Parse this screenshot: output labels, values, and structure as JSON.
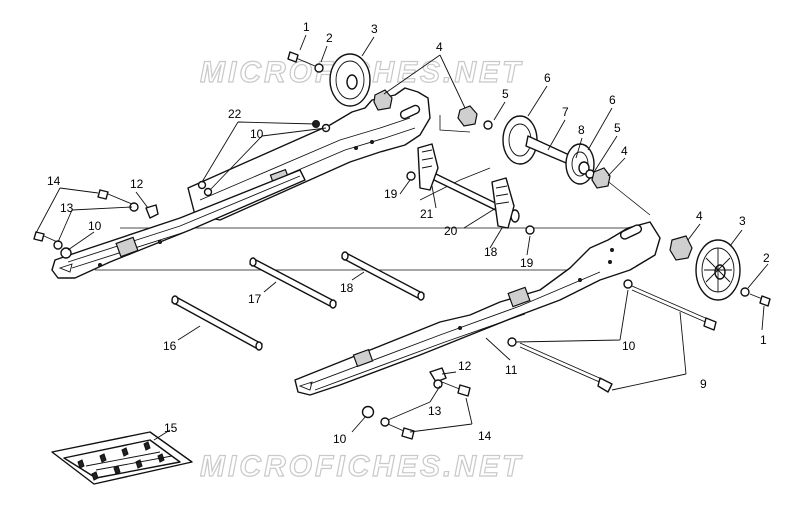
{
  "watermarks": [
    {
      "id": "top",
      "text": "MICROFICHES.NET"
    },
    {
      "id": "bottom",
      "text": "MICROFICHES.NET"
    }
  ],
  "callouts": [
    {
      "id": "c1a",
      "text": "1"
    },
    {
      "id": "c2a",
      "text": "2"
    },
    {
      "id": "c3a",
      "text": "3"
    },
    {
      "id": "c4a",
      "text": "4"
    },
    {
      "id": "c5a",
      "text": "5"
    },
    {
      "id": "c6a",
      "text": "6"
    },
    {
      "id": "c7",
      "text": "7"
    },
    {
      "id": "c6b",
      "text": "6"
    },
    {
      "id": "c8",
      "text": "8"
    },
    {
      "id": "c5b",
      "text": "5"
    },
    {
      "id": "c4b",
      "text": "4"
    },
    {
      "id": "c22",
      "text": "22"
    },
    {
      "id": "c10a",
      "text": "10"
    },
    {
      "id": "c14a",
      "text": "14"
    },
    {
      "id": "c12a",
      "text": "12"
    },
    {
      "id": "c13a",
      "text": "13"
    },
    {
      "id": "c10b",
      "text": "10"
    },
    {
      "id": "c19a",
      "text": "19"
    },
    {
      "id": "c21",
      "text": "21"
    },
    {
      "id": "c20",
      "text": "20"
    },
    {
      "id": "c18a",
      "text": "18"
    },
    {
      "id": "c19b",
      "text": "19"
    },
    {
      "id": "c4c",
      "text": "4"
    },
    {
      "id": "c3b",
      "text": "3"
    },
    {
      "id": "c2b",
      "text": "2"
    },
    {
      "id": "c1b",
      "text": "1"
    },
    {
      "id": "c17",
      "text": "17"
    },
    {
      "id": "c18b",
      "text": "18"
    },
    {
      "id": "c16",
      "text": "16"
    },
    {
      "id": "c10c",
      "text": "10"
    },
    {
      "id": "c11",
      "text": "11"
    },
    {
      "id": "c9",
      "text": "9"
    },
    {
      "id": "c12b",
      "text": "12"
    },
    {
      "id": "c13b",
      "text": "13"
    },
    {
      "id": "c10d",
      "text": "10"
    },
    {
      "id": "c14b",
      "text": "14"
    },
    {
      "id": "c15",
      "text": "15"
    }
  ]
}
